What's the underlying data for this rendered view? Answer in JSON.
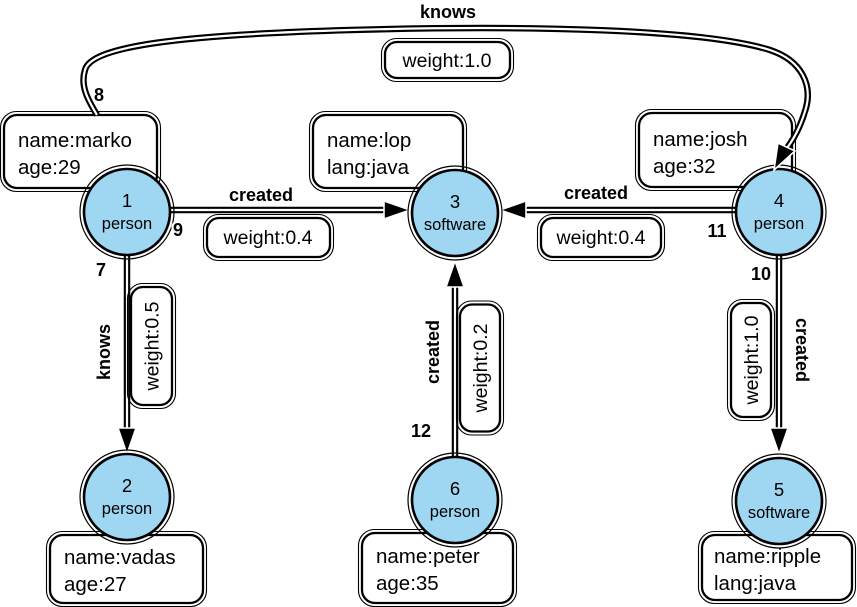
{
  "graph": {
    "background_color": "#ffffff",
    "node_fill_color": "#9fd6f2",
    "line_color": "#000000",
    "nodes": [
      {
        "id": "1",
        "label": "person",
        "prop1": "name:marko",
        "prop2": "age:29"
      },
      {
        "id": "2",
        "label": "person",
        "prop1": "name:vadas",
        "prop2": "age:27"
      },
      {
        "id": "3",
        "label": "software",
        "prop1": "name:lop",
        "prop2": "lang:java"
      },
      {
        "id": "4",
        "label": "person",
        "prop1": "name:josh",
        "prop2": "age:32"
      },
      {
        "id": "5",
        "label": "software",
        "prop1": "name:ripple",
        "prop2": "lang:java"
      },
      {
        "id": "6",
        "label": "person",
        "prop1": "name:peter",
        "prop2": "age:35"
      }
    ],
    "edges": [
      {
        "id": "7",
        "label": "knows",
        "weight": "weight:0.5",
        "from": "1",
        "to": "2"
      },
      {
        "id": "8",
        "label": "knows",
        "weight": "weight:1.0",
        "from": "1",
        "to": "4"
      },
      {
        "id": "9",
        "label": "created",
        "weight": "weight:0.4",
        "from": "1",
        "to": "3"
      },
      {
        "id": "10",
        "label": "created",
        "weight": "weight:1.0",
        "from": "4",
        "to": "5"
      },
      {
        "id": "11",
        "label": "created",
        "weight": "weight:0.4",
        "from": "4",
        "to": "3"
      },
      {
        "id": "12",
        "label": "created",
        "weight": "weight:0.2",
        "from": "6",
        "to": "3"
      }
    ]
  }
}
